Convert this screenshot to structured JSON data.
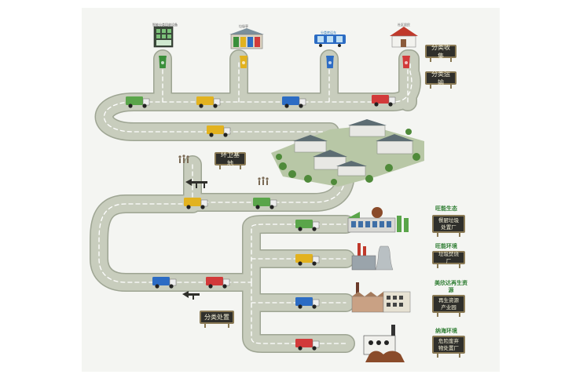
{
  "stations": [
    {
      "id": "kiosk",
      "label": "智能分类回收设备",
      "bin_color": "#3a8f3a"
    },
    {
      "id": "booth",
      "label": "垃圾亭",
      "bin_color": "#e2b21f"
    },
    {
      "id": "truck",
      "label": "分类转运车",
      "bin_color": "#2c6cc4"
    },
    {
      "id": "home",
      "label": "社区居民",
      "bin_color": "#d23a3a"
    }
  ],
  "signs": {
    "collection": "分类收集",
    "transport": "分类运输",
    "base": "环卫基地",
    "disposal": "分类处置"
  },
  "facilities": [
    {
      "company": "旺能生态",
      "sign": "餐厨垃圾处置厂",
      "truck_color": "#5aa54a"
    },
    {
      "company": "旺能环境",
      "sign": "垃圾焚烧厂",
      "truck_color": "#e2b21f"
    },
    {
      "company": "美欣达再生资源",
      "sign": "再生资源产业园",
      "truck_color": "#2c6cc4"
    },
    {
      "company": "纳海环境",
      "sign": "危险废弃物处置厂",
      "truck_color": "#d23a3a"
    }
  ],
  "colors": {
    "road": "#c8cdbd",
    "road_edge": "#9ea593",
    "dash": "#ffffff",
    "board": "#2f2f2b",
    "company_text": "#2e7d32"
  },
  "icons": [
    "arrow-left-sign-icon",
    "people-icon",
    "factory-icon",
    "incinerator-icon",
    "recycling-plant-icon",
    "hazard-plant-icon",
    "garbage-truck-icon",
    "trash-bin-icon",
    "sanitation-base-building"
  ]
}
